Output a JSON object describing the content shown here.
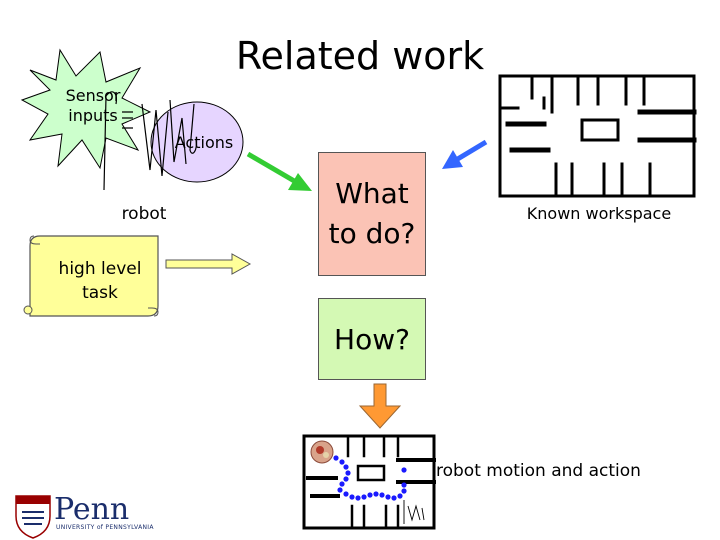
{
  "title": "Related work",
  "sensor": {
    "label_line1": "Sensor",
    "label_line2": "inputs"
  },
  "actions": {
    "label": "Actions"
  },
  "robot": {
    "label": "robot"
  },
  "task": {
    "label_line1": "high level",
    "label_line2": "task"
  },
  "what_box": {
    "line1": "What",
    "line2": "to do?"
  },
  "how_box": {
    "label": "How?"
  },
  "workspace": {
    "label": "Known workspace"
  },
  "motion": {
    "label": "robot motion and action"
  },
  "logo": {
    "text": "Penn",
    "subtext": "UNIVERSITY of PENNSYLVANIA"
  },
  "colors": {
    "sensor_burst": "#ccffcc",
    "actions_ellipse": "#e6d5ff",
    "what_box": "#fbc3b5",
    "how_box": "#d4f9b4",
    "scroll": "#ffff99",
    "arrow_green": "#33cc33",
    "arrow_blue": "#3366ff",
    "arrow_yellow": "#ffff99",
    "arrow_orange": "#ff9933",
    "logo": "#1a2d6b",
    "logo_shield": "#990000"
  }
}
